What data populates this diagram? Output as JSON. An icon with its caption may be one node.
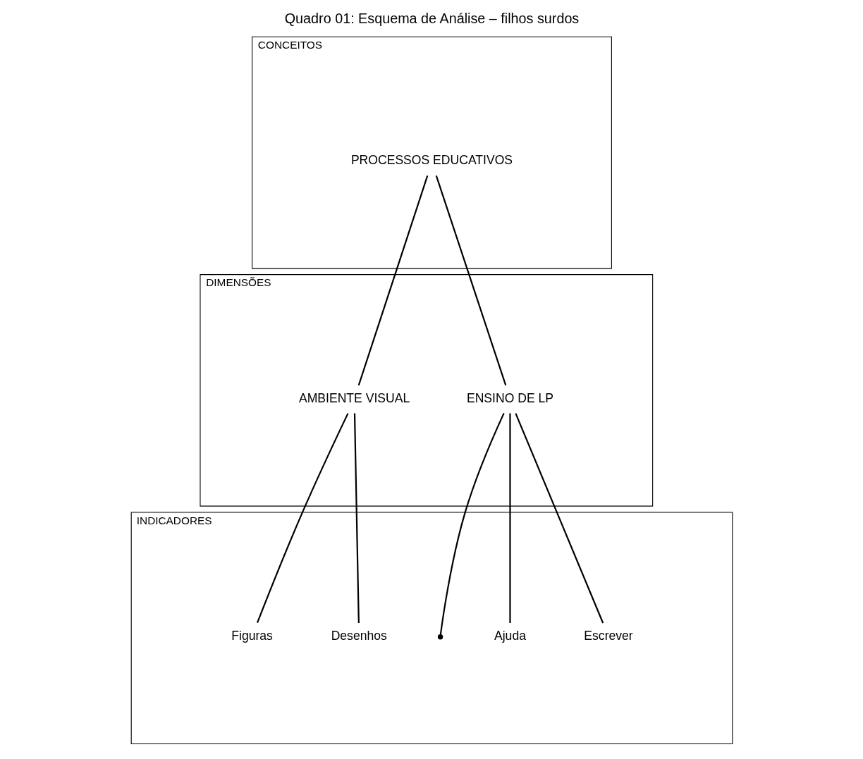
{
  "diagram": {
    "title": "Quadro 01: Esquema de Análise – filhos surdos",
    "nodes": [
      {
        "text": [
          "CONCEITOS"
        ]
      },
      {
        "text": [
          "DIMENSÕES"
        ]
      },
      {
        "text": [
          "INDICADORES"
        ]
      },
      {
        "text": [
          "PROCESSOS EDUCATIVOS"
        ],
        "in": 0
      },
      {
        "text": [
          "ENSINO DE LP"
        ],
        "in": 1
      },
      {
        "text": [
          "AMBIENTE VISUAL"
        ],
        "in": 1
      },
      {
        "text": [
          "Escrever"
        ],
        "in": 2
      },
      {
        "text": [
          "Ajuda"
        ],
        "in": 2
      },
      {
        "text": [],
        "shape": "point",
        "in": 2
      },
      {
        "text": [
          "Desenhos"
        ],
        "in": 2
      },
      {
        "text": [
          "Figuras"
        ],
        "in": 2
      }
    ],
    "edges": [
      {
        "from": 3,
        "to": 4,
        "arrow": "none"
      },
      {
        "from": 3,
        "to": 5,
        "arrow": "none"
      },
      {
        "from": 4,
        "to": 6,
        "arrow": "none"
      },
      {
        "from": 4,
        "to": 7,
        "arrow": "none"
      },
      {
        "from": 4,
        "to": 8,
        "arrow": "none"
      },
      {
        "from": 5,
        "to": 9,
        "arrow": "none"
      },
      {
        "from": 5,
        "to": 10,
        "arrow": "none"
      }
    ]
  }
}
